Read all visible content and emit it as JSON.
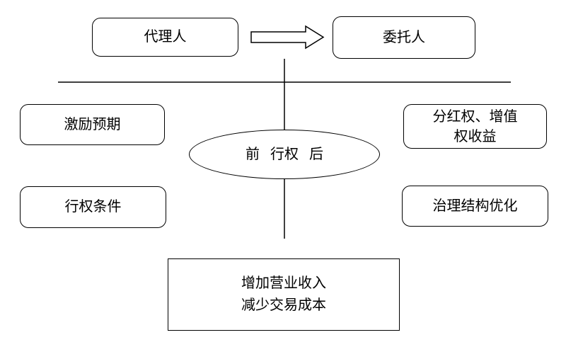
{
  "diagram": {
    "title": "stock-option-incentive-mechanism-diagram",
    "colors": {
      "background": "#ffffff",
      "stroke": "#000000",
      "text": "#000000"
    },
    "nodes": {
      "agent": {
        "label": "代理人"
      },
      "principal": {
        "label": "委托人"
      },
      "incentive_expectation": {
        "label": "激励预期"
      },
      "dividend_rights": {
        "line1": "分红权、增值",
        "line2": "权收益"
      },
      "exercise": {
        "label": "前 行权 后"
      },
      "exercise_conditions": {
        "label": "行权条件"
      },
      "governance_optimization": {
        "label": "治理结构优化"
      },
      "outcome": {
        "line1": "增加营业收入",
        "line2": "减少交易成本"
      }
    },
    "connectors": {
      "agent_to_principal": "block-arrow-right",
      "divider": "horizontal-line",
      "spine_top": "vertical-line",
      "spine_bottom": "vertical-line"
    }
  }
}
